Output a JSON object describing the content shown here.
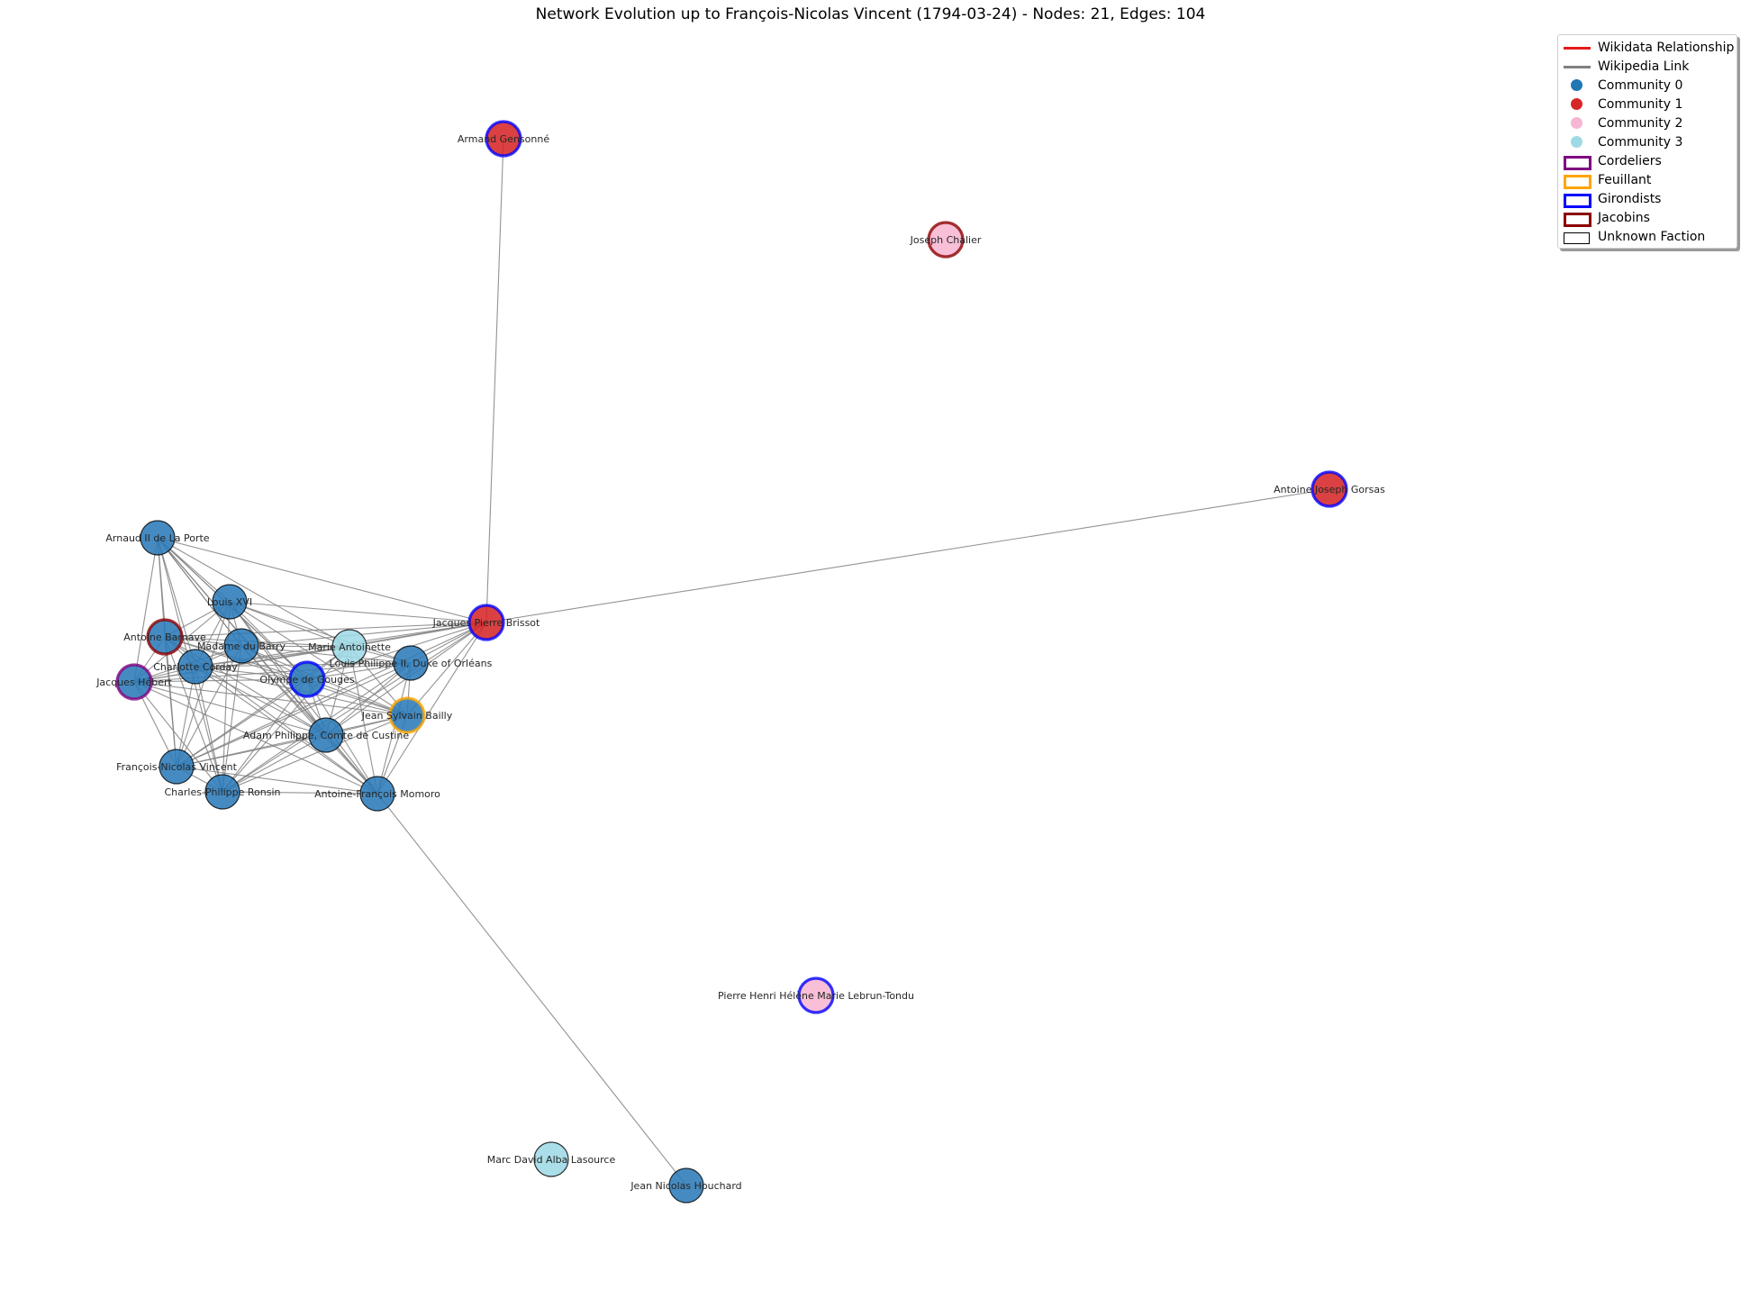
{
  "title": "Network Evolution up to François-Nicolas Vincent (1794-03-24) - Nodes: 21, Edges: 104",
  "colors": {
    "community_0": "#2b7bba",
    "community_1": "#d62728",
    "community_2": "#f7b6d2",
    "community_3": "#9edae5",
    "wikidata_edge": "#e41a1c",
    "wikipedia_edge": "#808080",
    "faction_cordeliers": "#800080",
    "faction_feuillant": "#ffa500",
    "faction_girondists": "#0000ff",
    "faction_jacobins": "#8b0000",
    "faction_unknown": "#000000"
  },
  "legend": [
    {
      "label": "Wikidata Relationship",
      "kind": "line",
      "color": "#e41a1c"
    },
    {
      "label": "Wikipedia Link",
      "kind": "line",
      "color": "#808080"
    },
    {
      "label": "Community 0",
      "kind": "dot",
      "color": "#1f77b4"
    },
    {
      "label": "Community 1",
      "kind": "dot",
      "color": "#d62728"
    },
    {
      "label": "Community 2",
      "kind": "dot",
      "color": "#f7b6d2"
    },
    {
      "label": "Community 3",
      "kind": "dot",
      "color": "#9edae5"
    },
    {
      "label": "Cordeliers",
      "kind": "box",
      "color": "#800080"
    },
    {
      "label": "Feuillant",
      "kind": "box",
      "color": "#ffa500"
    },
    {
      "label": "Girondists",
      "kind": "box",
      "color": "#0000ff"
    },
    {
      "label": "Jacobins",
      "kind": "box",
      "color": "#8b0000"
    },
    {
      "label": "Unknown Faction",
      "kind": "box-thin",
      "color": "#000000"
    }
  ],
  "nodes": [
    {
      "id": "gensonne",
      "label": "Armand Gensonné",
      "community": 1,
      "faction": "Girondists"
    },
    {
      "id": "chalier",
      "label": "Joseph Chalier",
      "community": 2,
      "faction": "Jacobins"
    },
    {
      "id": "gorsas",
      "label": "Antoine Joseph Gorsas",
      "community": 1,
      "faction": "Girondists"
    },
    {
      "id": "laporte",
      "label": "Arnaud II de La Porte",
      "community": 0,
      "faction": "Unknown Faction"
    },
    {
      "id": "louis16",
      "label": "Louis XVI",
      "community": 0,
      "faction": "Unknown Faction"
    },
    {
      "id": "brissot",
      "label": "Jacques Pierre Brissot",
      "community": 1,
      "faction": "Girondists"
    },
    {
      "id": "barnave",
      "label": "Antoine Barnave",
      "community": 0,
      "faction": "Jacobins"
    },
    {
      "id": "dubarry",
      "label": "Madame du Barry",
      "community": 0,
      "faction": "Unknown Faction"
    },
    {
      "id": "antoinette",
      "label": "Marie Antoinette",
      "community": 3,
      "faction": "Unknown Faction"
    },
    {
      "id": "orleans",
      "label": "Louis Philippe II, Duke of Orléans",
      "community": 0,
      "faction": "Unknown Faction"
    },
    {
      "id": "corday",
      "label": "Charlotte Corday",
      "community": 0,
      "faction": "Unknown Faction"
    },
    {
      "id": "gouges",
      "label": "Olympe de Gouges",
      "community": 0,
      "faction": "Girondists"
    },
    {
      "id": "hebert",
      "label": "Jacques Hébert",
      "community": 0,
      "faction": "Cordeliers"
    },
    {
      "id": "bailly",
      "label": "Jean Sylvain Bailly",
      "community": 0,
      "faction": "Feuillant"
    },
    {
      "id": "custine",
      "label": "Adam Philippe, Comte de Custine",
      "community": 0,
      "faction": "Unknown Faction"
    },
    {
      "id": "vincent",
      "label": "François-Nicolas Vincent",
      "community": 0,
      "faction": "Unknown Faction"
    },
    {
      "id": "ronsin",
      "label": "Charles-Philippe Ronsin",
      "community": 0,
      "faction": "Unknown Faction"
    },
    {
      "id": "momoro",
      "label": "Antoine-François Momoro",
      "community": 0,
      "faction": "Unknown Faction"
    },
    {
      "id": "lebrun",
      "label": "Pierre Henri Hélène Marie Lebrun-Tondu",
      "community": 2,
      "faction": "Girondists"
    },
    {
      "id": "lasource",
      "label": "Marc David Alba Lasource",
      "community": 3,
      "faction": "Unknown Faction"
    },
    {
      "id": "houchard",
      "label": "Jean Nicolas Houchard",
      "community": 0,
      "faction": "Unknown Faction"
    }
  ],
  "edges": [
    [
      "gensonne",
      "brissot"
    ],
    [
      "gorsas",
      "brissot"
    ],
    [
      "momoro",
      "houchard"
    ],
    [
      "laporte",
      "louis16"
    ],
    [
      "laporte",
      "barnave"
    ],
    [
      "laporte",
      "dubarry"
    ],
    [
      "laporte",
      "corday"
    ],
    [
      "laporte",
      "hebert"
    ],
    [
      "laporte",
      "brissot"
    ],
    [
      "laporte",
      "gouges"
    ],
    [
      "laporte",
      "antoinette"
    ],
    [
      "laporte",
      "vincent"
    ],
    [
      "laporte",
      "custine"
    ],
    [
      "louis16",
      "barnave"
    ],
    [
      "louis16",
      "dubarry"
    ],
    [
      "louis16",
      "antoinette"
    ],
    [
      "louis16",
      "orleans"
    ],
    [
      "louis16",
      "brissot"
    ],
    [
      "louis16",
      "corday"
    ],
    [
      "louis16",
      "gouges"
    ],
    [
      "louis16",
      "hebert"
    ],
    [
      "louis16",
      "bailly"
    ],
    [
      "louis16",
      "custine"
    ],
    [
      "louis16",
      "momoro"
    ],
    [
      "louis16",
      "vincent"
    ],
    [
      "brissot",
      "dubarry"
    ],
    [
      "brissot",
      "antoinette"
    ],
    [
      "brissot",
      "orleans"
    ],
    [
      "brissot",
      "gouges"
    ],
    [
      "brissot",
      "bailly"
    ],
    [
      "brissot",
      "custine"
    ],
    [
      "brissot",
      "barnave"
    ],
    [
      "brissot",
      "corday"
    ],
    [
      "brissot",
      "momoro"
    ],
    [
      "brissot",
      "hebert"
    ],
    [
      "barnave",
      "dubarry"
    ],
    [
      "barnave",
      "corday"
    ],
    [
      "barnave",
      "hebert"
    ],
    [
      "barnave",
      "gouges"
    ],
    [
      "barnave",
      "antoinette"
    ],
    [
      "barnave",
      "vincent"
    ],
    [
      "barnave",
      "custine"
    ],
    [
      "barnave",
      "bailly"
    ],
    [
      "dubarry",
      "antoinette"
    ],
    [
      "dubarry",
      "orleans"
    ],
    [
      "dubarry",
      "corday"
    ],
    [
      "dubarry",
      "gouges"
    ],
    [
      "dubarry",
      "hebert"
    ],
    [
      "dubarry",
      "bailly"
    ],
    [
      "dubarry",
      "custine"
    ],
    [
      "dubarry",
      "vincent"
    ],
    [
      "dubarry",
      "ronsin"
    ],
    [
      "dubarry",
      "momoro"
    ],
    [
      "antoinette",
      "orleans"
    ],
    [
      "antoinette",
      "gouges"
    ],
    [
      "antoinette",
      "bailly"
    ],
    [
      "antoinette",
      "corday"
    ],
    [
      "antoinette",
      "custine"
    ],
    [
      "antoinette",
      "hebert"
    ],
    [
      "antoinette",
      "momoro"
    ],
    [
      "antoinette",
      "ronsin"
    ],
    [
      "orleans",
      "gouges"
    ],
    [
      "orleans",
      "bailly"
    ],
    [
      "orleans",
      "custine"
    ],
    [
      "orleans",
      "corday"
    ],
    [
      "orleans",
      "momoro"
    ],
    [
      "orleans",
      "hebert"
    ],
    [
      "orleans",
      "vincent"
    ],
    [
      "corday",
      "gouges"
    ],
    [
      "corday",
      "hebert"
    ],
    [
      "corday",
      "vincent"
    ],
    [
      "corday",
      "ronsin"
    ],
    [
      "corday",
      "custine"
    ],
    [
      "corday",
      "momoro"
    ],
    [
      "corday",
      "bailly"
    ],
    [
      "gouges",
      "hebert"
    ],
    [
      "gouges",
      "bailly"
    ],
    [
      "gouges",
      "custine"
    ],
    [
      "gouges",
      "vincent"
    ],
    [
      "gouges",
      "ronsin"
    ],
    [
      "gouges",
      "momoro"
    ],
    [
      "hebert",
      "vincent"
    ],
    [
      "hebert",
      "ronsin"
    ],
    [
      "hebert",
      "momoro"
    ],
    [
      "hebert",
      "custine"
    ],
    [
      "hebert",
      "bailly"
    ],
    [
      "bailly",
      "custine"
    ],
    [
      "bailly",
      "momoro"
    ],
    [
      "bailly",
      "vincent"
    ],
    [
      "bailly",
      "ronsin"
    ],
    [
      "custine",
      "vincent"
    ],
    [
      "custine",
      "ronsin"
    ],
    [
      "custine",
      "momoro"
    ],
    [
      "vincent",
      "ronsin"
    ],
    [
      "vincent",
      "momoro"
    ],
    [
      "ronsin",
      "momoro"
    ],
    [
      "louis16",
      "ronsin"
    ],
    [
      "laporte",
      "ronsin"
    ],
    [
      "laporte",
      "momoro"
    ],
    [
      "barnave",
      "ronsin"
    ],
    [
      "barnave",
      "momoro"
    ],
    [
      "brissot",
      "vincent"
    ],
    [
      "brissot",
      "ronsin"
    ],
    [
      "orleans",
      "ronsin"
    ],
    [
      "antoinette",
      "vincent"
    ],
    [
      "dubarry",
      "laporte"
    ],
    [
      "gouges",
      "laporte"
    ]
  ]
}
